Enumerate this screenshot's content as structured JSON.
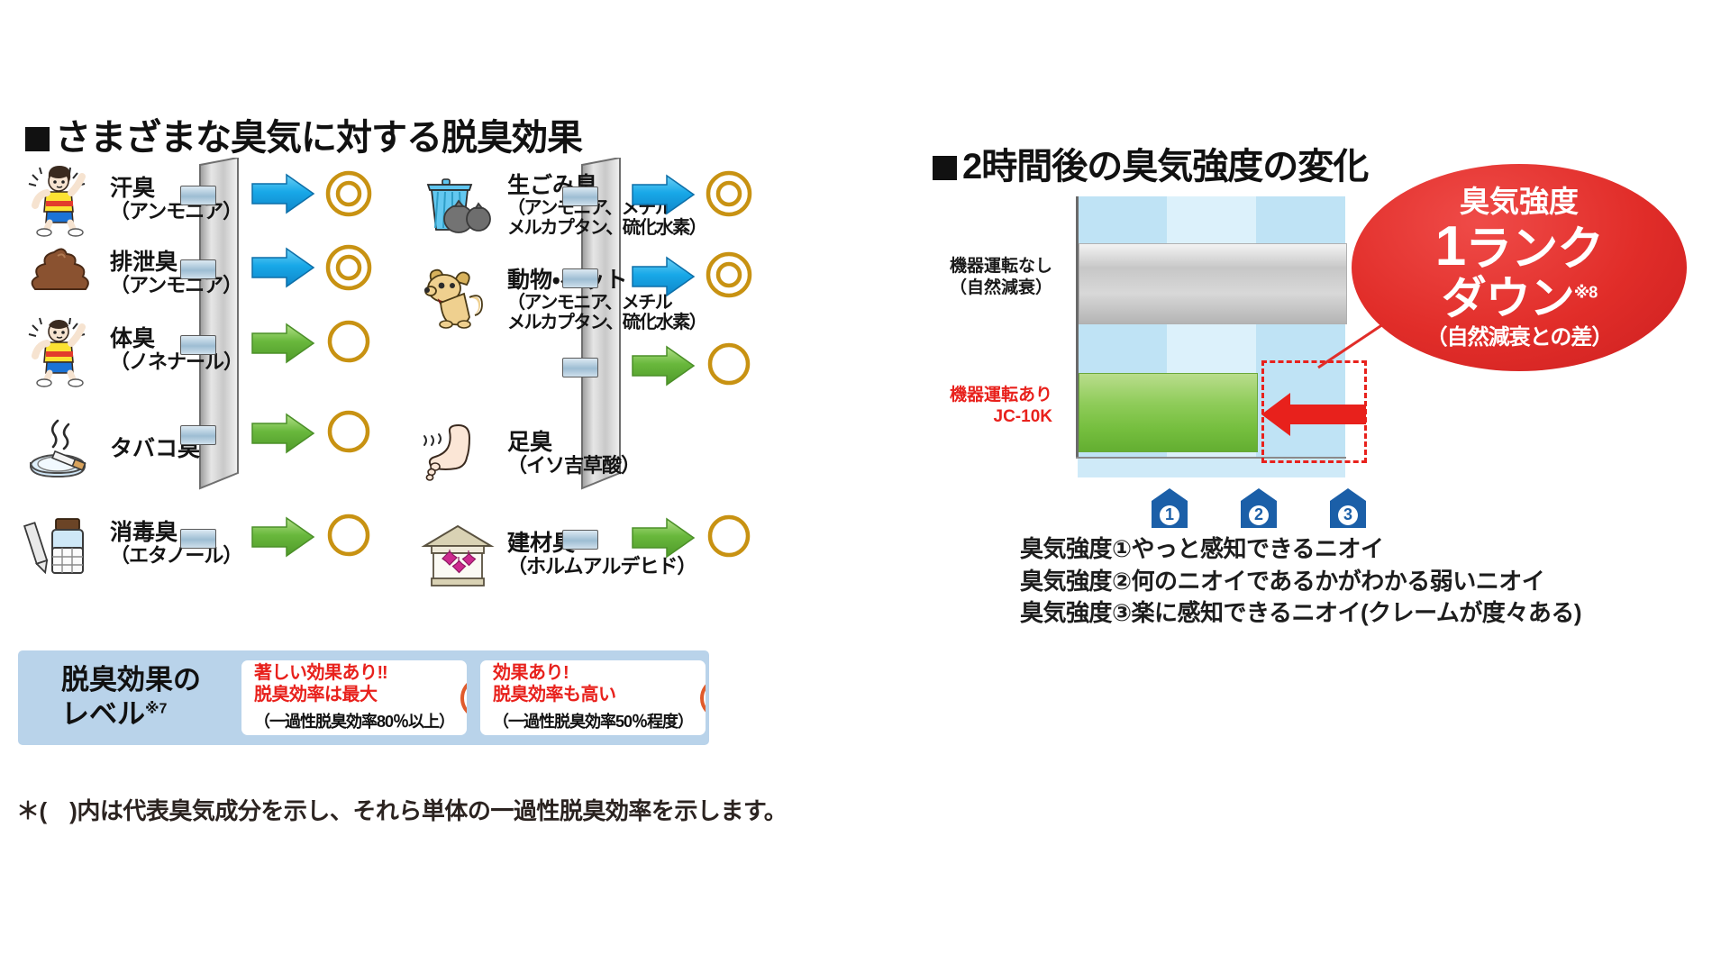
{
  "left": {
    "title": "さまざまな臭気に対する脱臭効果",
    "odors_col1": [
      {
        "icon": "sweating-person-icon",
        "name": "汗臭",
        "component": "（アンモニア）",
        "arrow": "blue",
        "result": "double-circle"
      },
      {
        "icon": "feces-icon",
        "name": "排泄臭",
        "component": "（アンモニア）",
        "arrow": "blue",
        "result": "double-circle"
      },
      {
        "icon": "sweating-person-icon",
        "name": "体臭",
        "component": "（ノネナール）",
        "arrow": "green",
        "result": "single-circle"
      },
      {
        "icon": "cigarette-ashtray-icon",
        "name": "タバコ臭",
        "component": "",
        "arrow": "green",
        "result": "single-circle"
      },
      {
        "icon": "disinfectant-bottle-icon",
        "name": "消毒臭",
        "component": "（エタノール）",
        "arrow": "green",
        "result": "single-circle"
      }
    ],
    "odors_col2": [
      {
        "icon": "garbage-bin-icon",
        "name": "生ごみ臭",
        "component": "（アンモニア、メチル",
        "component2": "メルカプタン、硫化水素）",
        "arrow": "blue",
        "result": "double-circle"
      },
      {
        "icon": "dog-icon",
        "name": "動物・ペット",
        "component": "（アンモニア、メチル",
        "component2": "メルカプタン、硫化水素）",
        "arrow": "blue",
        "result": "double-circle"
      },
      {
        "icon": "foot-icon",
        "name": "足臭",
        "component": "（イソ吉草酸）",
        "component2": "",
        "arrow": "green",
        "result": "single-circle"
      },
      {
        "icon": "building-material-icon",
        "name": "建材臭",
        "component": "（ホルムアルデヒド）",
        "component2": "",
        "arrow": "green",
        "result": "single-circle"
      }
    ],
    "legend": {
      "title_line1": "脱臭効果の",
      "title_line2": "レベル",
      "title_note": "※7",
      "cards": [
        {
          "line1": "著しい効果あり‼",
          "line2": "脱臭効率は最大",
          "sub": "（一過性脱臭効率80％以上）",
          "symbol": "double-circle"
        },
        {
          "line1": "効果あり!",
          "line2": "脱臭効率も高い",
          "sub": "（一過性脱臭効率50％程度）",
          "symbol": "single-circle"
        }
      ]
    },
    "footnote": "＊(　)内は代表臭気成分を示し、それら単体の一過性脱臭効率を示します。"
  },
  "right": {
    "title": "2時間後の臭気強度の変化",
    "series_labels": {
      "gray_line1": "機器運転なし",
      "gray_line2": "（自然減衰）",
      "green_line1": "機器運転あり",
      "green_line2": "JC-10K"
    },
    "callout": {
      "line1": "臭気強度",
      "line2_big": "1",
      "line2_rest": "ランク",
      "line3": "ダウン",
      "line3_note": "※8",
      "line4": "（自然減衰との差）"
    },
    "axis_markers": [
      "1",
      "2",
      "3"
    ],
    "notes": [
      "臭気強度①やっと感知できるニオイ",
      "臭気強度②何のニオイであるかがわかる弱いニオイ",
      "臭気強度③楽に感知できるニオイ(クレームが度々ある)"
    ]
  },
  "chart_data": {
    "type": "bar",
    "title": "2時間後の臭気強度の変化",
    "orientation": "horizontal",
    "categories": [
      "機器運転なし（自然減衰）",
      "機器運転あり JC-10K"
    ],
    "values": [
      3.0,
      2.0
    ],
    "series": [
      {
        "name": "機器運転なし（自然減衰）",
        "values": [
          3.0
        ],
        "color": "#c7c7c7"
      },
      {
        "name": "機器運転あり JC-10K",
        "values": [
          2.0
        ],
        "color": "#76bf3f"
      }
    ],
    "xlabel": "臭気強度",
    "ylabel": "",
    "xlim": [
      0,
      3.4
    ],
    "xticks": [
      1,
      2,
      3
    ],
    "xticklabels": [
      "①",
      "②",
      "③"
    ],
    "grid": true,
    "legend": "none",
    "annotation": "臭気強度1ランクダウン（自然減衰との差）"
  },
  "colors": {
    "accent_red": "#e8211c",
    "brand_blue": "#1b6fb5",
    "legend_band": "#b9d3ea",
    "bar_green": "#76bf3f",
    "bar_gray": "#c7c7c7",
    "ring_gold": "#c89212",
    "chart_band": "#bfe3f5"
  }
}
